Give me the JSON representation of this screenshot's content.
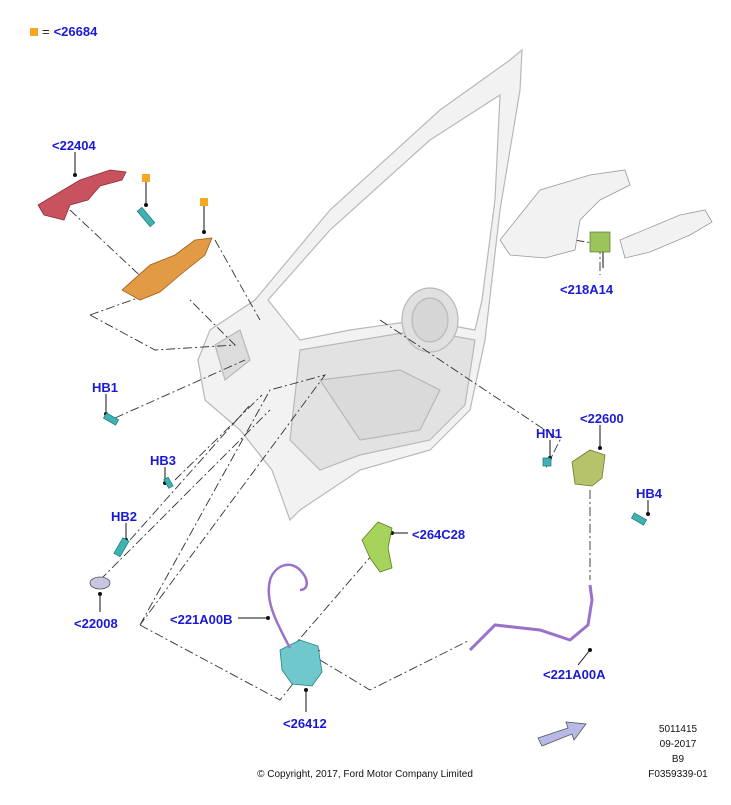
{
  "legend": {
    "symbol_color": "#f5a623",
    "equals": "=",
    "code": "<26684"
  },
  "callouts": {
    "c22404": "<22404",
    "c218A14": "<218A14",
    "hb1": "HB1",
    "hb3": "HB3",
    "hb2": "HB2",
    "c22008": "<22008",
    "hn1": "HN1",
    "c22600": "<22600",
    "hb4": "HB4",
    "c264C28": "<264C28",
    "c221A00B": "<221A00B",
    "c221A00A": "<221A00A",
    "c26412": "<26412"
  },
  "footer": {
    "copyright": "© Copyright, 2017, Ford Motor Company Limited",
    "ref_number": "5011415",
    "date": "09-2017",
    "revision": "B9",
    "figure_id": "F0359339-01"
  },
  "colors": {
    "callout_text": "#1a1ad6",
    "handle_red": "#c9525f",
    "bracket_orange": "#e39a45",
    "fastener_teal": "#3fb3b3",
    "module_green": "#9cc45a",
    "cable_purple": "#9b72c9",
    "door_gray": "#e6e6e6"
  }
}
